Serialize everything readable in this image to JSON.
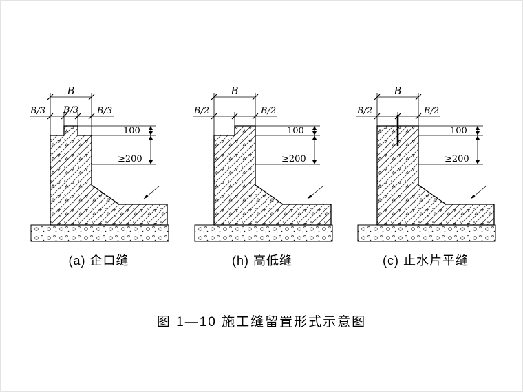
{
  "caption": "图 1—10  施工缝留置形式示意图",
  "colors": {
    "line": "#000000",
    "background": "#ffffff"
  },
  "figures": [
    {
      "label": "(a) 企口缝",
      "joint_type": "keyed-tongue-joint",
      "dim_b": "B",
      "segments": [
        "B/3",
        "B/3",
        "B/3"
      ],
      "dim_step": "100",
      "dim_min": "≥200"
    },
    {
      "label": "(h) 高低缝",
      "joint_type": "high-low-stepped-joint",
      "dim_b": "B",
      "segments": [
        "B/2",
        "B/2"
      ],
      "dim_step": "100",
      "dim_min": "≥200"
    },
    {
      "label": "(c) 止水片平缝",
      "joint_type": "waterstop-flat-joint",
      "dim_b": "B",
      "segments": [
        "B/2",
        "B/2"
      ],
      "dim_step": "100",
      "dim_min": "≥200"
    }
  ]
}
